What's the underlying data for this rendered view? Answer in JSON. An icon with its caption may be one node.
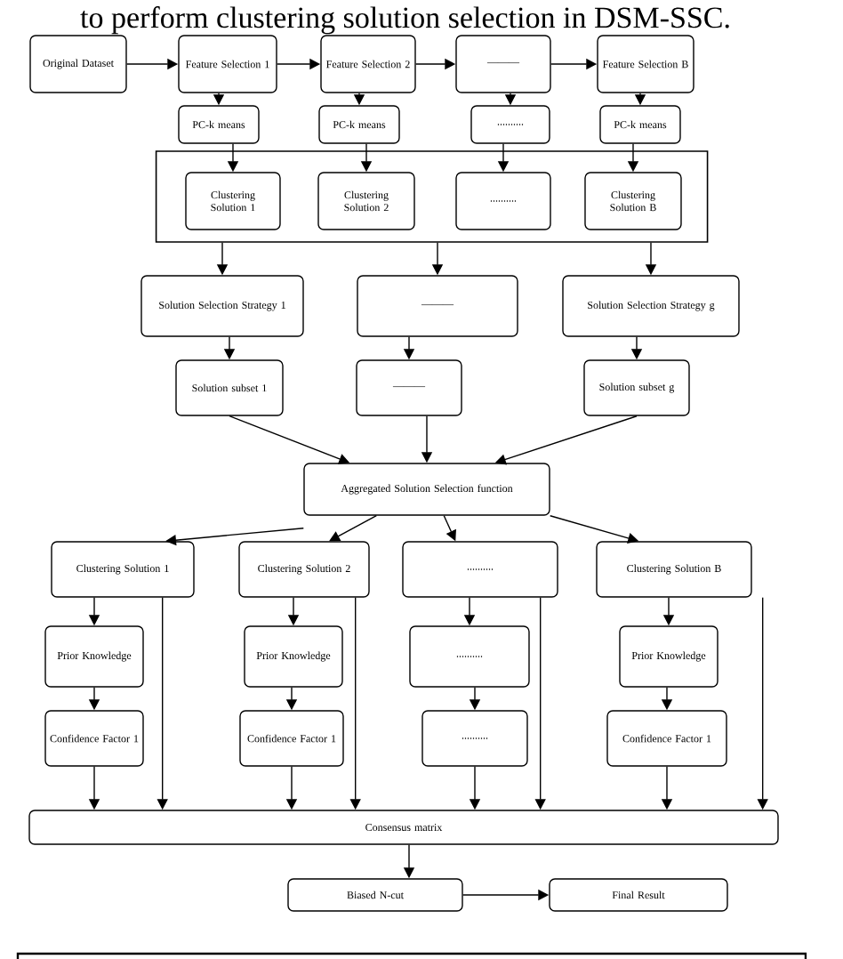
{
  "diagram": {
    "title": "to perform clustering solution selection in DSM-SSC.",
    "nodes": [
      {
        "text": [
          "Original Dataset"
        ]
      },
      {
        "text": [
          "Feature Selection 1"
        ]
      },
      {
        "text": [
          "Feature Selection 2"
        ]
      },
      {
        "text": [
          "———"
        ]
      },
      {
        "text": [
          "Feature Selection B"
        ]
      },
      {
        "text": [
          "PC-k means"
        ]
      },
      {
        "text": [
          "PC-k means"
        ]
      },
      {
        "text": [
          ".........."
        ]
      },
      {
        "text": [
          "PC-k means"
        ]
      },
      {
        "text": [],
        "shape": "box"
      },
      {
        "text": [
          "Clustering Solution 1"
        ],
        "in": 9
      },
      {
        "text": [
          "Clustering Solution 2"
        ],
        "in": 9
      },
      {
        "text": [
          ".........."
        ],
        "in": 9
      },
      {
        "text": [
          "Clustering Solution B"
        ],
        "in": 9
      },
      {
        "text": [
          "Solution Selection Strategy 1"
        ]
      },
      {
        "text": [
          "———"
        ]
      },
      {
        "text": [
          "Solution Selection Strategy g"
        ]
      },
      {
        "text": [
          "Solution subset 1"
        ]
      },
      {
        "text": [
          "———"
        ]
      },
      {
        "text": [
          "Solution subset g"
        ]
      },
      {
        "text": [
          "Aggregated Solution Selection function"
        ]
      },
      {
        "text": [
          "Clustering Solution 1"
        ]
      },
      {
        "text": [
          "Clustering Solution 2"
        ]
      },
      {
        "text": [
          ".........."
        ]
      },
      {
        "text": [
          "Clustering Solution B"
        ]
      },
      {
        "text": [
          "Prior Knowledge"
        ]
      },
      {
        "text": [
          "Prior Knowledge"
        ]
      },
      {
        "text": [
          ".........."
        ]
      },
      {
        "text": [
          "Prior Knowledge"
        ]
      },
      {
        "text": [
          "Confidence Factor 1"
        ]
      },
      {
        "text": [
          "Confidence Factor 1"
        ]
      },
      {
        "text": [
          ".........."
        ]
      },
      {
        "text": [
          "Confidence Factor 1"
        ]
      },
      {
        "text": [
          "Consensus matrix"
        ]
      },
      {
        "text": [
          "Biased N-cut"
        ]
      },
      {
        "text": [
          "Final Result"
        ]
      }
    ],
    "edges": [
      {
        "from": 0,
        "to": 1,
        "arrow": "to"
      },
      {
        "from": 1,
        "to": 2,
        "arrow": "to"
      },
      {
        "from": 2,
        "to": 3,
        "arrow": "to"
      },
      {
        "from": 3,
        "to": 4,
        "arrow": "to"
      },
      {
        "from": 1,
        "to": 5,
        "arrow": "to"
      },
      {
        "from": 2,
        "to": 6,
        "arrow": "to"
      },
      {
        "from": 3,
        "to": 7,
        "arrow": "to"
      },
      {
        "from": 4,
        "to": 8,
        "arrow": "to"
      },
      {
        "from": 5,
        "to": 10,
        "arrow": "to"
      },
      {
        "from": 6,
        "to": 11,
        "arrow": "to"
      },
      {
        "from": 7,
        "to": 12,
        "arrow": "to"
      },
      {
        "from": 8,
        "to": 13,
        "arrow": "to"
      },
      {
        "from": 9,
        "to": 14,
        "arrow": "to"
      },
      {
        "from": 9,
        "to": 15,
        "arrow": "to"
      },
      {
        "from": 9,
        "to": 16,
        "arrow": "to"
      },
      {
        "from": 14,
        "to": 17,
        "arrow": "to"
      },
      {
        "from": 15,
        "to": 18,
        "arrow": "to"
      },
      {
        "from": 16,
        "to": 19,
        "arrow": "to"
      },
      {
        "from": 17,
        "to": 20,
        "arrow": "to"
      },
      {
        "from": 18,
        "to": 20,
        "arrow": "to"
      },
      {
        "from": 19,
        "to": 20,
        "arrow": "to"
      },
      {
        "from": 20,
        "to": 21,
        "arrow": "to"
      },
      {
        "from": 20,
        "to": 22,
        "arrow": "to"
      },
      {
        "from": 20,
        "to": 23,
        "arrow": "to"
      },
      {
        "from": 20,
        "to": 24,
        "arrow": "to"
      },
      {
        "from": 21,
        "to": 25,
        "arrow": "to"
      },
      {
        "from": 22,
        "to": 26,
        "arrow": "to"
      },
      {
        "from": 23,
        "to": 27,
        "arrow": "to"
      },
      {
        "from": 24,
        "to": 28,
        "arrow": "to"
      },
      {
        "from": 25,
        "to": 29,
        "arrow": "to"
      },
      {
        "from": 26,
        "to": 30,
        "arrow": "to"
      },
      {
        "from": 27,
        "to": 31,
        "arrow": "to"
      },
      {
        "from": 28,
        "to": 32,
        "arrow": "to"
      },
      {
        "from": 29,
        "to": 33,
        "arrow": "to"
      },
      {
        "from": 21,
        "to": 33,
        "arrow": "to"
      },
      {
        "from": 30,
        "to": 33,
        "arrow": "to"
      },
      {
        "from": 22,
        "to": 33,
        "arrow": "to"
      },
      {
        "from": 31,
        "to": 33,
        "arrow": "to"
      },
      {
        "from": 23,
        "to": 33,
        "arrow": "to"
      },
      {
        "from": 32,
        "to": 33,
        "arrow": "to"
      },
      {
        "from": 24,
        "to": 33,
        "arrow": "to"
      },
      {
        "from": 33,
        "to": 34,
        "arrow": "to"
      },
      {
        "from": 34,
        "to": 35,
        "arrow": "to"
      }
    ]
  }
}
